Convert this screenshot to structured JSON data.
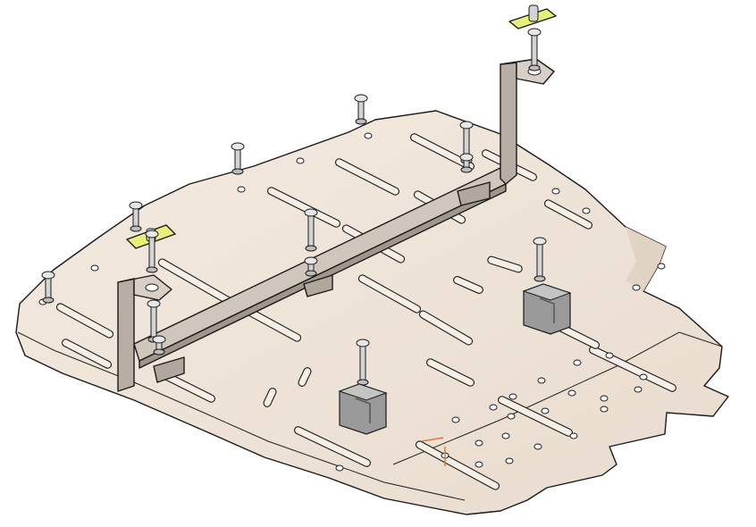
{
  "colors": {
    "background": "#ffffff",
    "plate": "#efe4d8",
    "plate_shade": "#e3d6c8",
    "bracket": "#b8aea3",
    "bracket_dark": "#8f867d",
    "clip": "#9a9a9a",
    "clip_dark": "#6e6e6e",
    "washer_yellow": "#e9f07a",
    "bolt": "#d4d4d4",
    "outline": "#1a1a1a",
    "marker": "#e07a3a"
  },
  "icons": {
    "protection_plate": "skid-plate",
    "mounting_bar": "crossbar",
    "fasteners": "bolt"
  }
}
